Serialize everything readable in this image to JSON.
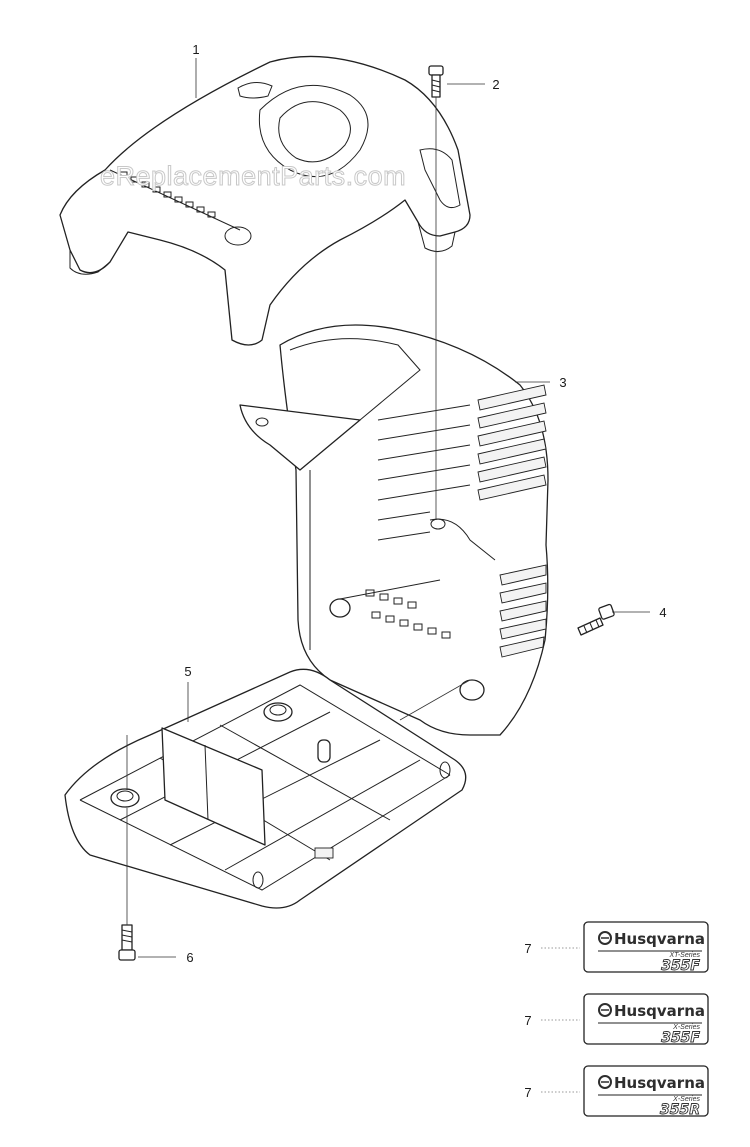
{
  "watermark": "eReplacementParts.com",
  "callouts": [
    "1",
    "2",
    "3",
    "4",
    "5",
    "6",
    "7",
    "7",
    "7"
  ],
  "decals": [
    {
      "brand": "Husqvarna",
      "series": "XT-Series",
      "model": "355F"
    },
    {
      "brand": "Husqvarna",
      "series": "X-Series",
      "model": "355F"
    },
    {
      "brand": "Husqvarna",
      "series": "X-Series",
      "model": "355R"
    }
  ]
}
